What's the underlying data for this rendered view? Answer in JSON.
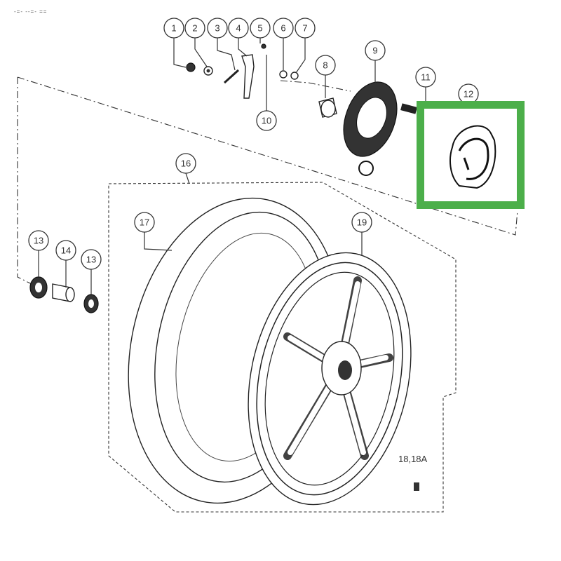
{
  "diagram": {
    "title_fragment": "-=- --=- ==",
    "callouts": [
      {
        "id": "1",
        "label": "1"
      },
      {
        "id": "2",
        "label": "2"
      },
      {
        "id": "3",
        "label": "3"
      },
      {
        "id": "4",
        "label": "4"
      },
      {
        "id": "5",
        "label": "5"
      },
      {
        "id": "6",
        "label": "6"
      },
      {
        "id": "7",
        "label": "7"
      },
      {
        "id": "8",
        "label": "8"
      },
      {
        "id": "9",
        "label": "9"
      },
      {
        "id": "10",
        "label": "10"
      },
      {
        "id": "11",
        "label": "11"
      },
      {
        "id": "12",
        "label": "12"
      },
      {
        "id": "13a",
        "label": "13"
      },
      {
        "id": "14",
        "label": "14"
      },
      {
        "id": "13b",
        "label": "13"
      },
      {
        "id": "16",
        "label": "16"
      },
      {
        "id": "17",
        "label": "17"
      },
      {
        "id": "19",
        "label": "19"
      }
    ],
    "label_18": "18,18A",
    "highlight_color": "#4caf4a",
    "highlighted_part": "12"
  }
}
